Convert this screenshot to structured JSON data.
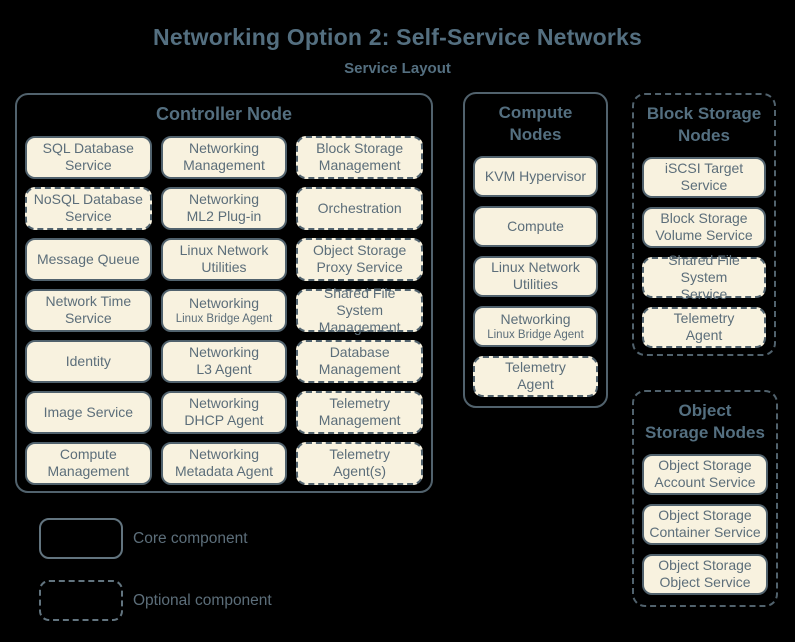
{
  "title": "Networking Option 2: Self-Service Networks",
  "subtitle": "Service Layout",
  "colors": {
    "background": "#000000",
    "box_fill": "#f8f2df",
    "border": "#51626d",
    "text": "#5c6e7a",
    "heading": "#546f80"
  },
  "containers": {
    "controller": {
      "label": "Controller Node",
      "style": "core",
      "items": [
        {
          "label": "SQL Database\nService",
          "style": "core"
        },
        {
          "label": "Networking\nManagement",
          "style": "core"
        },
        {
          "label": "Block Storage\nManagement",
          "style": "optional"
        },
        {
          "label": "NoSQL Database\nService",
          "style": "optional"
        },
        {
          "label": "Networking\nML2 Plug-in",
          "style": "core"
        },
        {
          "label": "Orchestration",
          "style": "optional"
        },
        {
          "label": "Message Queue",
          "style": "core"
        },
        {
          "label": "Linux Network\nUtilities",
          "style": "core"
        },
        {
          "label": "Object Storage\nProxy Service",
          "style": "optional"
        },
        {
          "label": "Network Time\nService",
          "style": "core"
        },
        {
          "label": "Networking",
          "sublabel": "Linux Bridge Agent",
          "style": "core"
        },
        {
          "label": "Shared File System\nManagement",
          "style": "optional"
        },
        {
          "label": "Identity",
          "style": "core"
        },
        {
          "label": "Networking\nL3 Agent",
          "style": "core"
        },
        {
          "label": "Database\nManagement",
          "style": "optional"
        },
        {
          "label": "Image Service",
          "style": "core"
        },
        {
          "label": "Networking\nDHCP Agent",
          "style": "core"
        },
        {
          "label": "Telemetry\nManagement",
          "style": "optional"
        },
        {
          "label": "Compute\nManagement",
          "style": "core"
        },
        {
          "label": "Networking\nMetadata Agent",
          "style": "core"
        },
        {
          "label": "Telemetry\nAgent(s)",
          "style": "optional"
        }
      ]
    },
    "compute": {
      "label": "Compute\nNodes",
      "style": "core",
      "items": [
        {
          "label": "KVM Hypervisor",
          "style": "core"
        },
        {
          "label": "Compute",
          "style": "core"
        },
        {
          "label": "Linux Network\nUtilities",
          "style": "core"
        },
        {
          "label": "Networking",
          "sublabel": "Linux Bridge Agent",
          "style": "core"
        },
        {
          "label": "Telemetry\nAgent",
          "style": "optional"
        }
      ]
    },
    "block_storage": {
      "label": "Block Storage\nNodes",
      "style": "optional",
      "items": [
        {
          "label": "iSCSI Target\nService",
          "style": "core"
        },
        {
          "label": "Block Storage\nVolume Service",
          "style": "core"
        },
        {
          "label": "Shared File System\nService",
          "style": "optional"
        },
        {
          "label": "Telemetry\nAgent",
          "style": "optional"
        }
      ]
    },
    "object_storage": {
      "label": "Object\nStorage Nodes",
      "style": "optional",
      "items": [
        {
          "label": "Object Storage\nAccount Service",
          "style": "core"
        },
        {
          "label": "Object Storage\nContainer Service",
          "style": "core"
        },
        {
          "label": "Object Storage\nObject Service",
          "style": "core"
        }
      ]
    }
  },
  "legend": {
    "core_label": "Core component",
    "optional_label": "Optional component"
  }
}
